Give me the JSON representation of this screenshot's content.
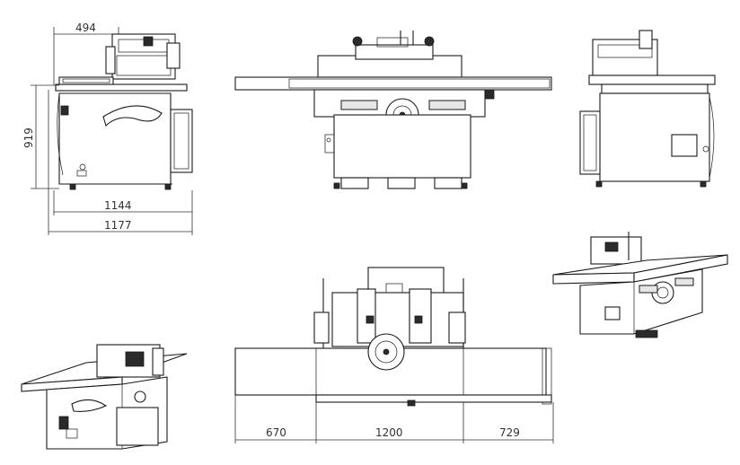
{
  "dimensions": {
    "top_width": "494",
    "height": "919",
    "depth_body": "1144",
    "depth_total": "1177",
    "left_table": "670",
    "center_width": "1200",
    "right_table": "729"
  },
  "colors": {
    "line": "#1a1a1a",
    "background": "#ffffff"
  }
}
